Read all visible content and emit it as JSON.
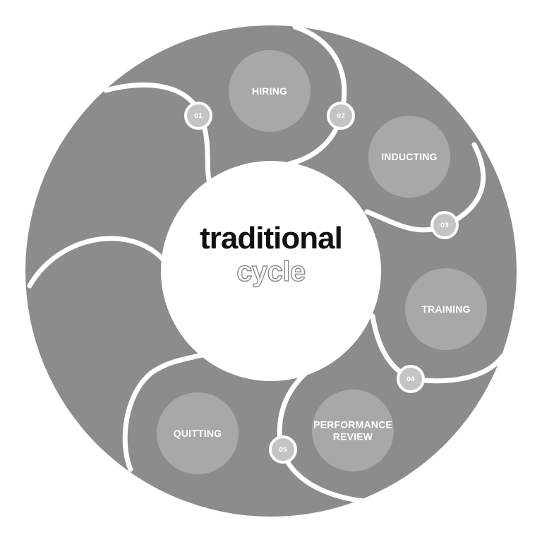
{
  "title": {
    "main": "traditional",
    "sub": "cycle"
  },
  "stages": [
    {
      "num": "01",
      "label_lines": [
        "HIRING"
      ]
    },
    {
      "num": "02",
      "label_lines": [
        "INDUCTING"
      ]
    },
    {
      "num": "03",
      "label_lines": [
        "TRAINING"
      ]
    },
    {
      "num": "04",
      "label_lines": [
        "PERFORMANCE",
        "REVIEW"
      ]
    },
    {
      "num": "05",
      "label_lines": [
        "QUITTING"
      ]
    }
  ],
  "colors": {
    "ring": "#8c8c8c",
    "stage_circle": "#a8a8a8",
    "number_badge": "#c4c4c4",
    "divider": "#ffffff",
    "center": "#ffffff"
  }
}
